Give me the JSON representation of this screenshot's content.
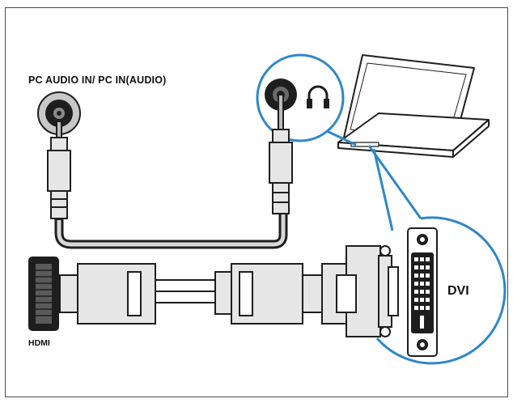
{
  "labels": {
    "audio_port": "PC AUDIO IN/ PC IN(AUDIO)",
    "hdmi_port": "HDMI",
    "dvi_port": "DVI"
  },
  "icons": {
    "headphone": "headphone-icon"
  },
  "colors": {
    "callout_blue": "#2f87c8",
    "cable_dark": "#2b2b2b",
    "plug_fill": "#e6e6e6",
    "outline": "#1e1e1e"
  }
}
